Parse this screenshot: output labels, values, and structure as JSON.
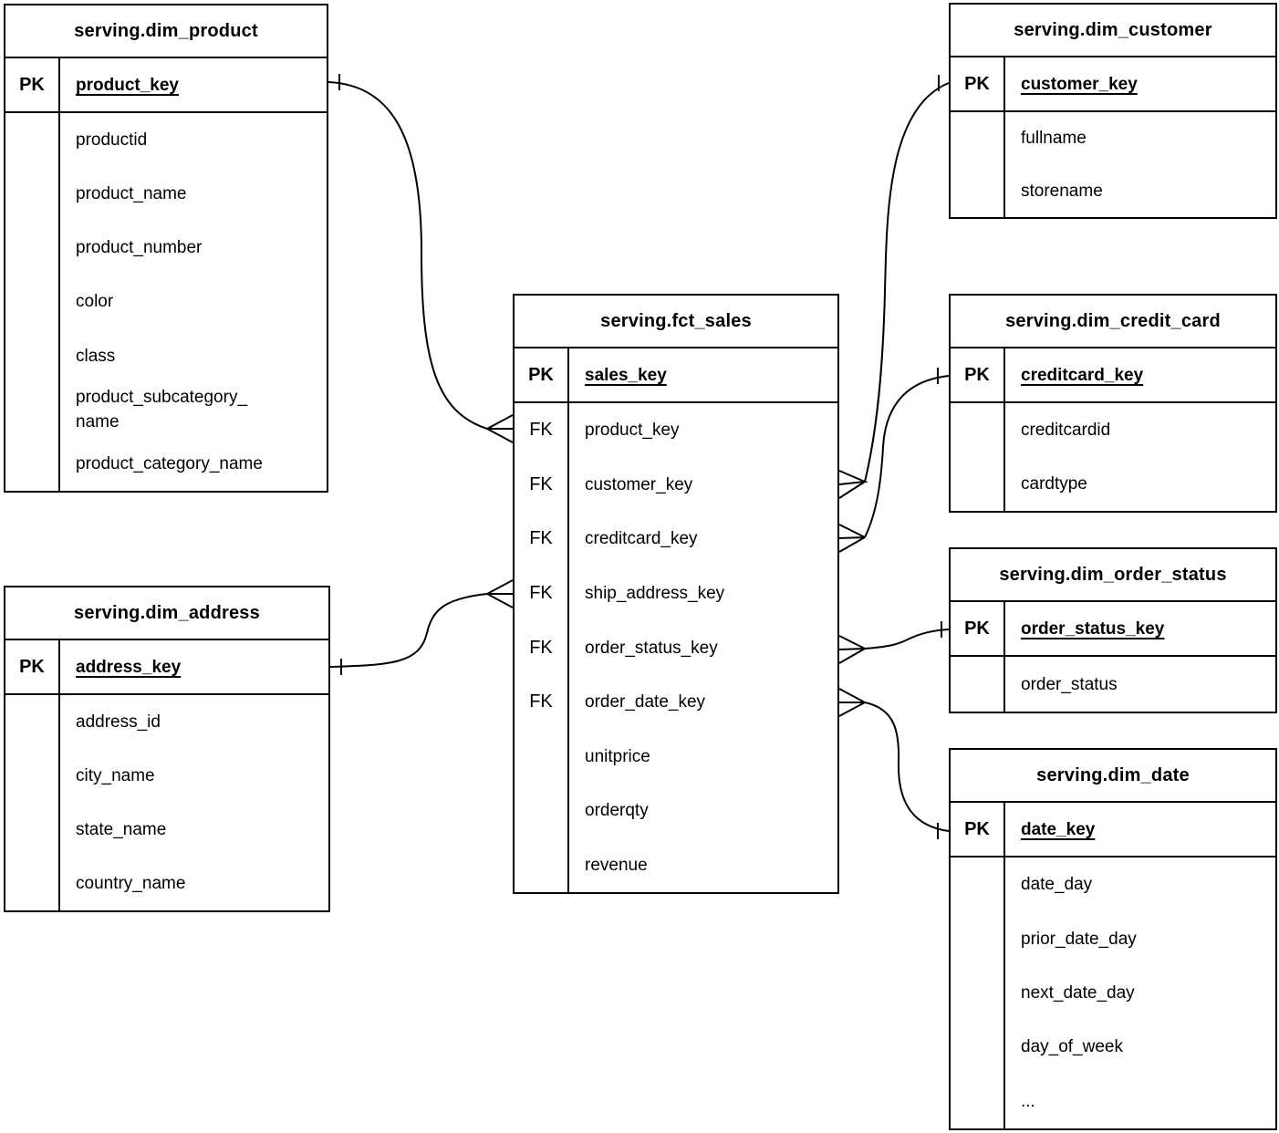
{
  "diagram": {
    "type": "entity-relationship",
    "colors": {
      "line": "#000000",
      "background": "#ffffff",
      "text": "#000000"
    },
    "tables": {
      "dim_product": {
        "title": "serving.dim_product",
        "pk": {
          "key": "PK",
          "name": "product_key"
        },
        "fields": [
          {
            "key": "",
            "name": "productid"
          },
          {
            "key": "",
            "name": "product_name"
          },
          {
            "key": "",
            "name": "product_number"
          },
          {
            "key": "",
            "name": "color"
          },
          {
            "key": "",
            "name": "class"
          },
          {
            "key": "",
            "name": "product_subcategory_\nname"
          },
          {
            "key": "",
            "name": "product_category_name"
          }
        ]
      },
      "dim_customer": {
        "title": "serving.dim_customer",
        "pk": {
          "key": "PK",
          "name": "customer_key"
        },
        "fields": [
          {
            "key": "",
            "name": "fullname"
          },
          {
            "key": "",
            "name": "storename"
          }
        ]
      },
      "fct_sales": {
        "title": "serving.fct_sales",
        "pk": {
          "key": "PK",
          "name": "sales_key"
        },
        "fields": [
          {
            "key": "FK",
            "name": "product_key"
          },
          {
            "key": "FK",
            "name": "customer_key"
          },
          {
            "key": "FK",
            "name": "creditcard_key"
          },
          {
            "key": "FK",
            "name": "ship_address_key"
          },
          {
            "key": "FK",
            "name": "order_status_key"
          },
          {
            "key": "FK",
            "name": "order_date_key"
          },
          {
            "key": "",
            "name": "unitprice"
          },
          {
            "key": "",
            "name": "orderqty"
          },
          {
            "key": "",
            "name": "revenue"
          }
        ]
      },
      "dim_credit_card": {
        "title": "serving.dim_credit_card",
        "pk": {
          "key": "PK",
          "name": "creditcard_key"
        },
        "fields": [
          {
            "key": "",
            "name": "creditcardid"
          },
          {
            "key": "",
            "name": "cardtype"
          }
        ]
      },
      "dim_order_status": {
        "title": "serving.dim_order_status",
        "pk": {
          "key": "PK",
          "name": "order_status_key"
        },
        "fields": [
          {
            "key": "",
            "name": "order_status"
          }
        ]
      },
      "dim_date": {
        "title": "serving.dim_date",
        "pk": {
          "key": "PK",
          "name": "date_key"
        },
        "fields": [
          {
            "key": "",
            "name": "date_day"
          },
          {
            "key": "",
            "name": "prior_date_day"
          },
          {
            "key": "",
            "name": "next_date_day"
          },
          {
            "key": "",
            "name": "day_of_week"
          },
          {
            "key": "",
            "name": "..."
          }
        ]
      },
      "dim_address": {
        "title": "serving.dim_address",
        "pk": {
          "key": "PK",
          "name": "address_key"
        },
        "fields": [
          {
            "key": "",
            "name": "address_id"
          },
          {
            "key": "",
            "name": "city_name"
          },
          {
            "key": "",
            "name": "state_name"
          },
          {
            "key": "",
            "name": "country_name"
          }
        ]
      }
    },
    "relationships": [
      {
        "many_side": "serving.fct_sales.product_key",
        "one_side": "serving.dim_product.product_key",
        "cardinality": "many-to-one"
      },
      {
        "many_side": "serving.fct_sales.customer_key",
        "one_side": "serving.dim_customer.customer_key",
        "cardinality": "many-to-one"
      },
      {
        "many_side": "serving.fct_sales.creditcard_key",
        "one_side": "serving.dim_credit_card.creditcard_key",
        "cardinality": "many-to-one"
      },
      {
        "many_side": "serving.fct_sales.ship_address_key",
        "one_side": "serving.dim_address.address_key",
        "cardinality": "many-to-one"
      },
      {
        "many_side": "serving.fct_sales.order_status_key",
        "one_side": "serving.dim_order_status.order_status_key",
        "cardinality": "many-to-one"
      },
      {
        "many_side": "serving.fct_sales.order_date_key",
        "one_side": "serving.dim_date.date_key",
        "cardinality": "many-to-one"
      }
    ]
  }
}
